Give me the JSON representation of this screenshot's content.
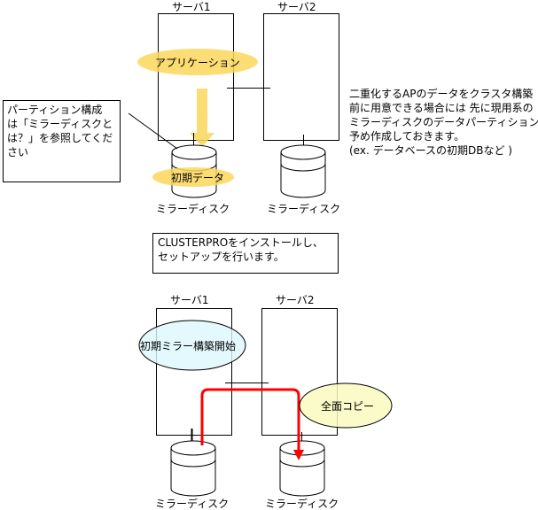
{
  "top": {
    "server1_label": "サーバ1",
    "server2_label": "サーバ2",
    "application_label": "アプリケーション",
    "initial_data_label": "初期データ",
    "disk1_label": "ミラーディスク",
    "disk2_label": "ミラーディスク",
    "partition_note": [
      "パーティション構成",
      "は「ミラーディスクと",
      "は？」を参照してくだ",
      "さい"
    ],
    "description": [
      "二重化するAPのデータをクラスタ構築",
      "前に用意できる場合には 先に現用系の",
      "ミラーディスクのデータパーティションに",
      "予め作成しておきます。",
      "(ex. データベースの初期DBなど )"
    ]
  },
  "middle": {
    "install_note": [
      "CLUSTERPROをインストールし、",
      "セットアップを行います。"
    ]
  },
  "bottom": {
    "server1_label": "サーバ1",
    "server2_label": "サーバ2",
    "initial_mirror_label": "初期ミラー構築開始",
    "full_copy_label": "全面コピー",
    "disk1_label": "ミラーディスク",
    "disk2_label": "ミラーディスク"
  },
  "colors": {
    "yellow_highlight": "#fbd75b",
    "arrow_yellow": "#fbd75b",
    "mirror_start_fill": "#dcf8fc",
    "full_copy_fill": "#fafac0",
    "copy_arrow": "#ff0000"
  }
}
